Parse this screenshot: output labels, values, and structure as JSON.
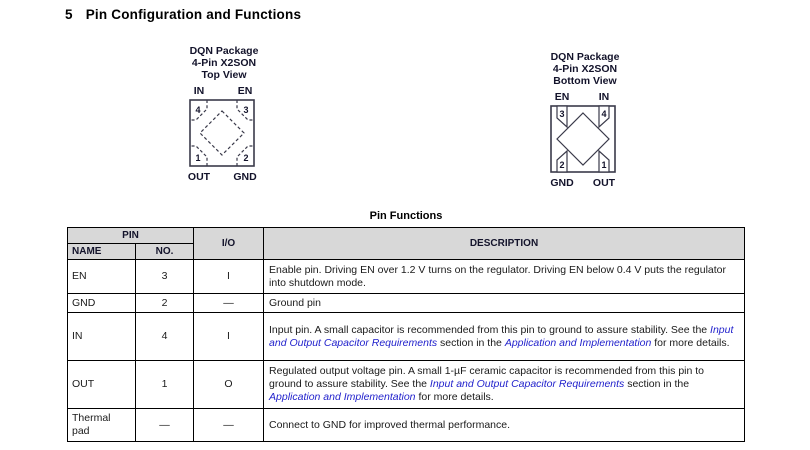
{
  "heading": {
    "number": "5",
    "text": "Pin Configuration and Functions"
  },
  "packages": {
    "top": {
      "title1": "DQN Package",
      "title2": "4-Pin X2SON",
      "title3": "Top View",
      "label_tl": "IN",
      "label_tr": "EN",
      "label_bl": "OUT",
      "label_br": "GND",
      "pin_tl": "4",
      "pin_tr": "3",
      "pin_bl": "1",
      "pin_br": "2"
    },
    "bottom": {
      "title1": "DQN Package",
      "title2": "4-Pin X2SON",
      "title3": "Bottom View",
      "label_tl": "EN",
      "label_tr": "IN",
      "label_bl": "GND",
      "label_br": "OUT",
      "pin_tl": "3",
      "pin_tr": "4",
      "pin_bl": "2",
      "pin_br": "1"
    }
  },
  "table": {
    "title": "Pin Functions",
    "header": {
      "pin": "PIN",
      "name": "NAME",
      "no": "NO.",
      "io": "I/O",
      "description": "DESCRIPTION"
    },
    "rows": [
      {
        "name": "EN",
        "no": "3",
        "io": "I",
        "desc": [
          "Enable pin. Driving EN over 1.2 V turns on the regulator. Driving EN below 0.4 V puts the regulator into shutdown mode."
        ]
      },
      {
        "name": "GND",
        "no": "2",
        "io": "—",
        "desc": [
          "Ground pin"
        ]
      },
      {
        "name": "IN",
        "no": "4",
        "io": "I",
        "desc": [
          "Input pin. A small capacitor is recommended from this pin to ground to assure stability. See the ",
          "Input and Output Capacitor Requirements",
          " section in the ",
          "Application and Implementation",
          " for more details."
        ]
      },
      {
        "name": "OUT",
        "no": "1",
        "io": "O",
        "desc": [
          "Regulated output voltage pin. A small 1-µF ceramic capacitor is recommended from this pin to ground to assure stability. See the ",
          "Input and Output Capacitor Requirements",
          " section in the ",
          "Application and Implementation",
          " for more details."
        ]
      },
      {
        "name": "Thermal pad",
        "no": "—",
        "io": "—",
        "desc": [
          "Connect to GND for improved thermal performance."
        ]
      }
    ]
  },
  "colors": {
    "link_blue": "#2222cc",
    "header_gray": "#d8d8d8",
    "body_text": "#1a1a1a"
  }
}
